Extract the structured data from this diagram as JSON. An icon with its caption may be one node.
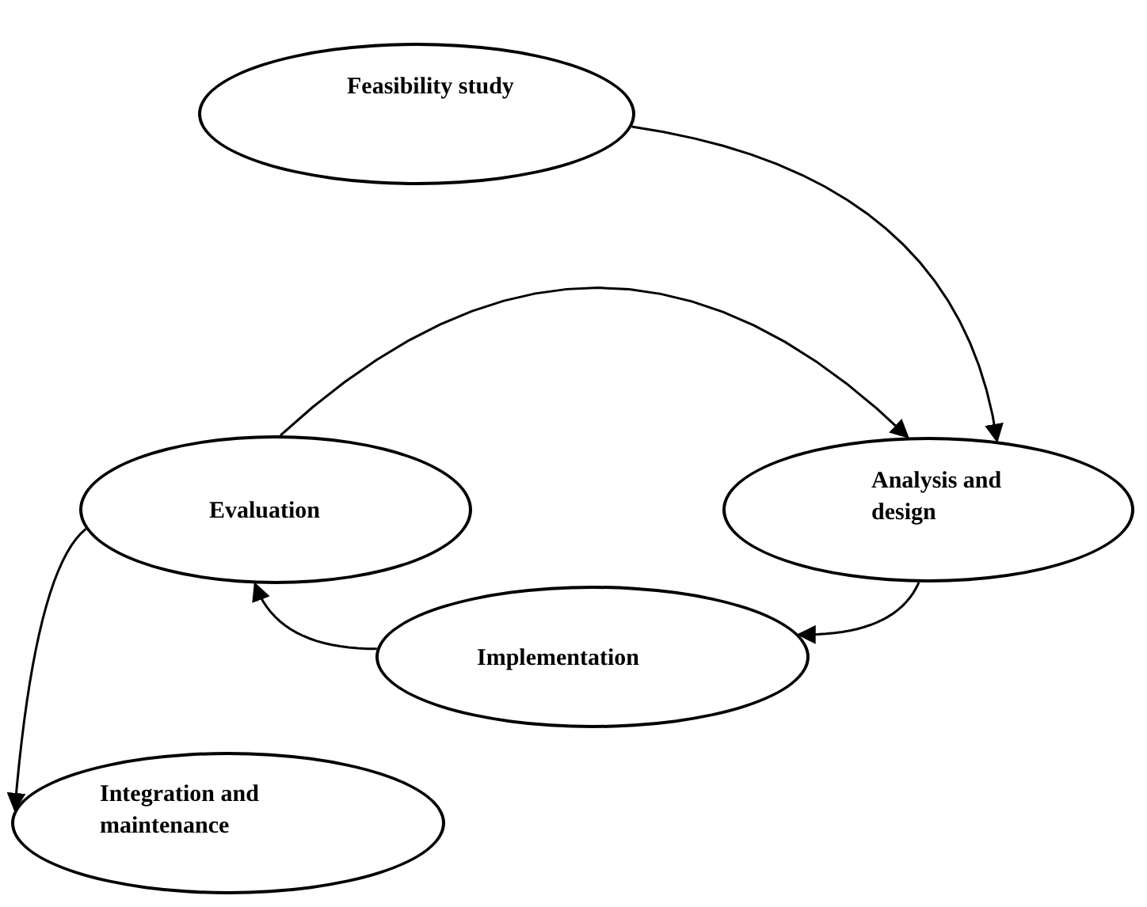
{
  "diagram": {
    "nodes": [
      {
        "text": [
          "Feasibility study"
        ]
      },
      {
        "text": [
          "Evaluation"
        ]
      },
      {
        "text": [
          "Analysis and design"
        ]
      },
      {
        "text": [
          "Implementation"
        ]
      },
      {
        "text": [
          "Integration and maintenance"
        ]
      }
    ],
    "edges": [
      {
        "from": 0,
        "to": 2,
        "arrow": "to"
      },
      {
        "from": 1,
        "to": 2,
        "arrow": "to"
      },
      {
        "from": 2,
        "to": 3,
        "arrow": "to"
      },
      {
        "from": 3,
        "to": 1,
        "arrow": "to"
      },
      {
        "from": 1,
        "to": 4,
        "arrow": "to"
      }
    ]
  }
}
